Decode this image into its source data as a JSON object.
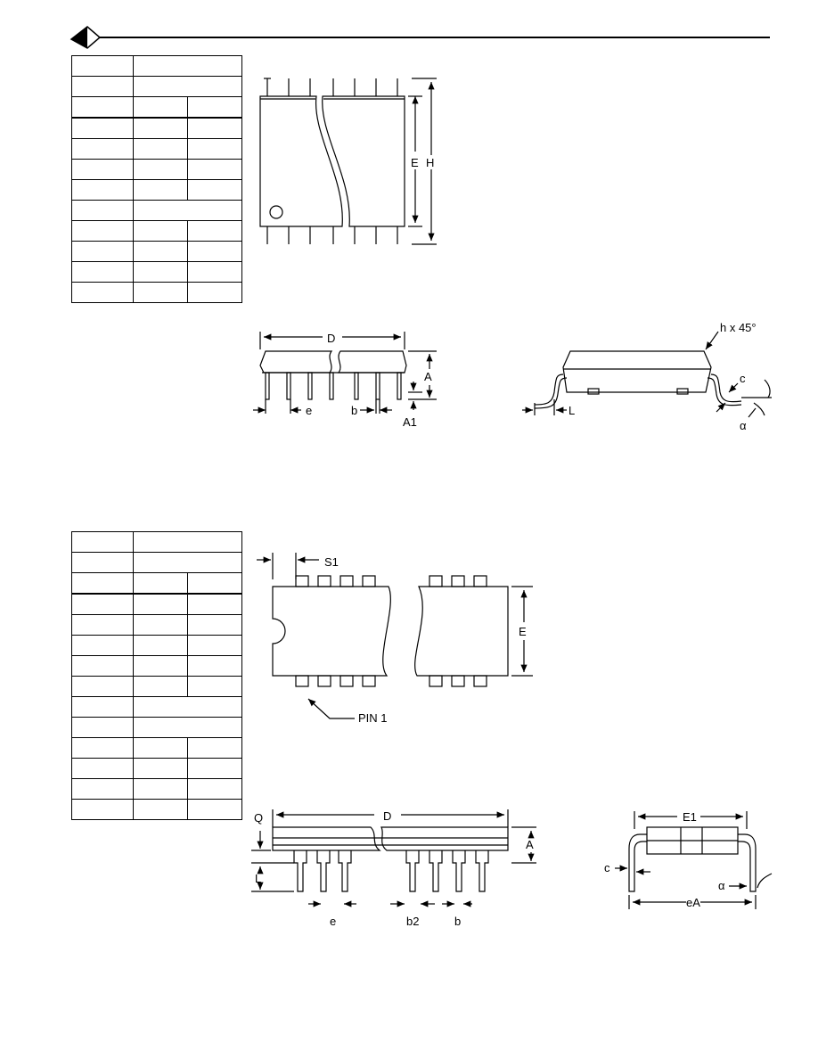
{
  "header": {
    "logo": "logo-icon"
  },
  "diagram1": {
    "labels": {
      "E": "E",
      "H": "H",
      "D": "D",
      "A": "A",
      "A1": "A1",
      "e": "e",
      "b": "b",
      "L": "L",
      "c": "c",
      "alpha": "α",
      "hx45": "h x 45°"
    }
  },
  "diagram2": {
    "labels": {
      "S1": "S1",
      "E": "E",
      "PIN1": "PIN 1",
      "Q": "Q",
      "D": "D",
      "A": "A",
      "L": "L",
      "e": "e",
      "b2": "b2",
      "b": "b",
      "E1": "E1",
      "c": "c",
      "alpha": "α",
      "eA": "eA"
    }
  }
}
